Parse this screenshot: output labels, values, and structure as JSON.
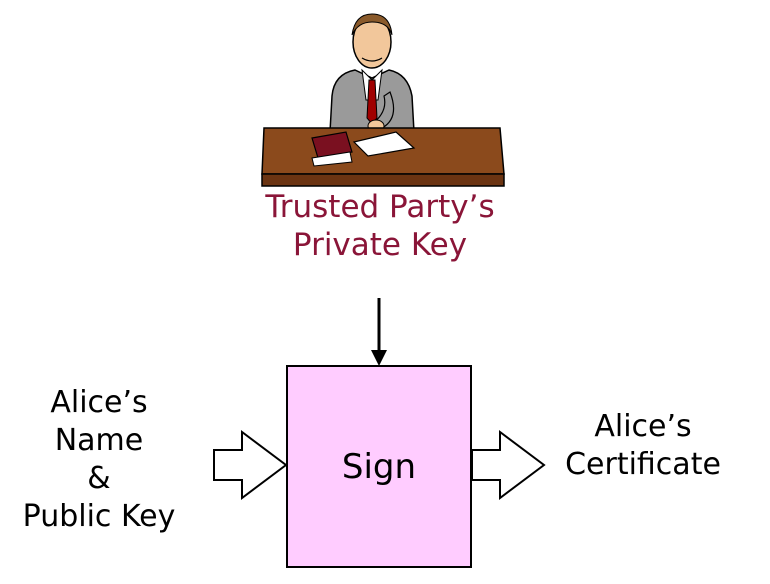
{
  "trusted_party": {
    "line1": "Trusted Party’s",
    "line2": "Private Key"
  },
  "input": {
    "line1": "Alice’s",
    "line2": "Name",
    "line3": "&",
    "line4": "Public Key"
  },
  "sign_box": {
    "label": "Sign",
    "fill": "#ffccff"
  },
  "output": {
    "line1": "Alice’s",
    "line2": "Certificate"
  },
  "colors": {
    "trusted_text": "#8a1538",
    "desk": "#8b4a1c",
    "suit": "#9a9a9a",
    "tie": "#a00000"
  },
  "icons": {
    "figure": "businessman-at-desk-illustration"
  }
}
